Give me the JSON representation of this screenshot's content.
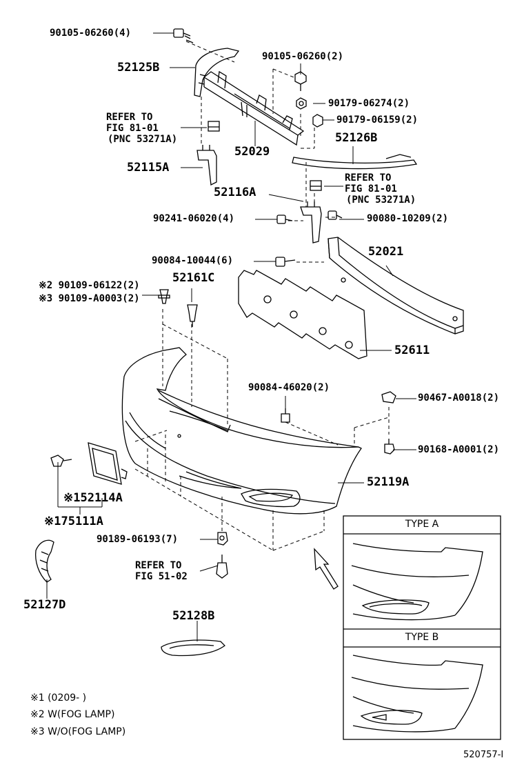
{
  "labels": {
    "p_90105_a": "90105-06260(4)",
    "p_52125b": "52125B",
    "p_90105_b": "90105-06260(2)",
    "p_90179_06274": "90179-06274(2)",
    "p_90179_06159": "90179-06159(2)",
    "refer1_line1": "REFER TO",
    "refer1_line2": "FIG 81-01",
    "refer1_line3": "(PNC 53271A)",
    "p_52029": "52029",
    "p_52126b": "52126B",
    "p_52115a": "52115A",
    "p_52116a": "52116A",
    "refer2_line1": "REFER TO",
    "refer2_line2": "FIG 81-01",
    "refer2_line3": "(PNC 53271A)",
    "p_90241": "90241-06020(4)",
    "p_90080": "90080-10209(2)",
    "p_90084_10044": "90084-10044(6)",
    "p_52021": "52021",
    "p_90109_06122": "※2 90109-06122(2)",
    "p_90109_a0003": "※3 90109-A0003(2)",
    "p_52161c": "52161C",
    "p_52611": "52611",
    "p_90084_46020": "90084-46020(2)",
    "p_90467": "90467-A0018(2)",
    "p_90168": "90168-A0001(2)",
    "p_52119a": "52119A",
    "p_52114a": "※152114A",
    "p_75111a": "※175111A",
    "p_90189": "90189-06193(7)",
    "refer3_line1": "REFER TO",
    "refer3_line2": "FIG 51-02",
    "p_52127d": "52127D",
    "p_52128b": "52128B"
  },
  "inset": {
    "type_a": "TYPE A",
    "type_b": "TYPE B"
  },
  "notes": {
    "n1": "※1 (0209-        )",
    "n2": "※2 W(FOG LAMP)",
    "n3": "※3 W/O(FOG LAMP)"
  },
  "footer": {
    "diagram_id": "520757-I"
  }
}
